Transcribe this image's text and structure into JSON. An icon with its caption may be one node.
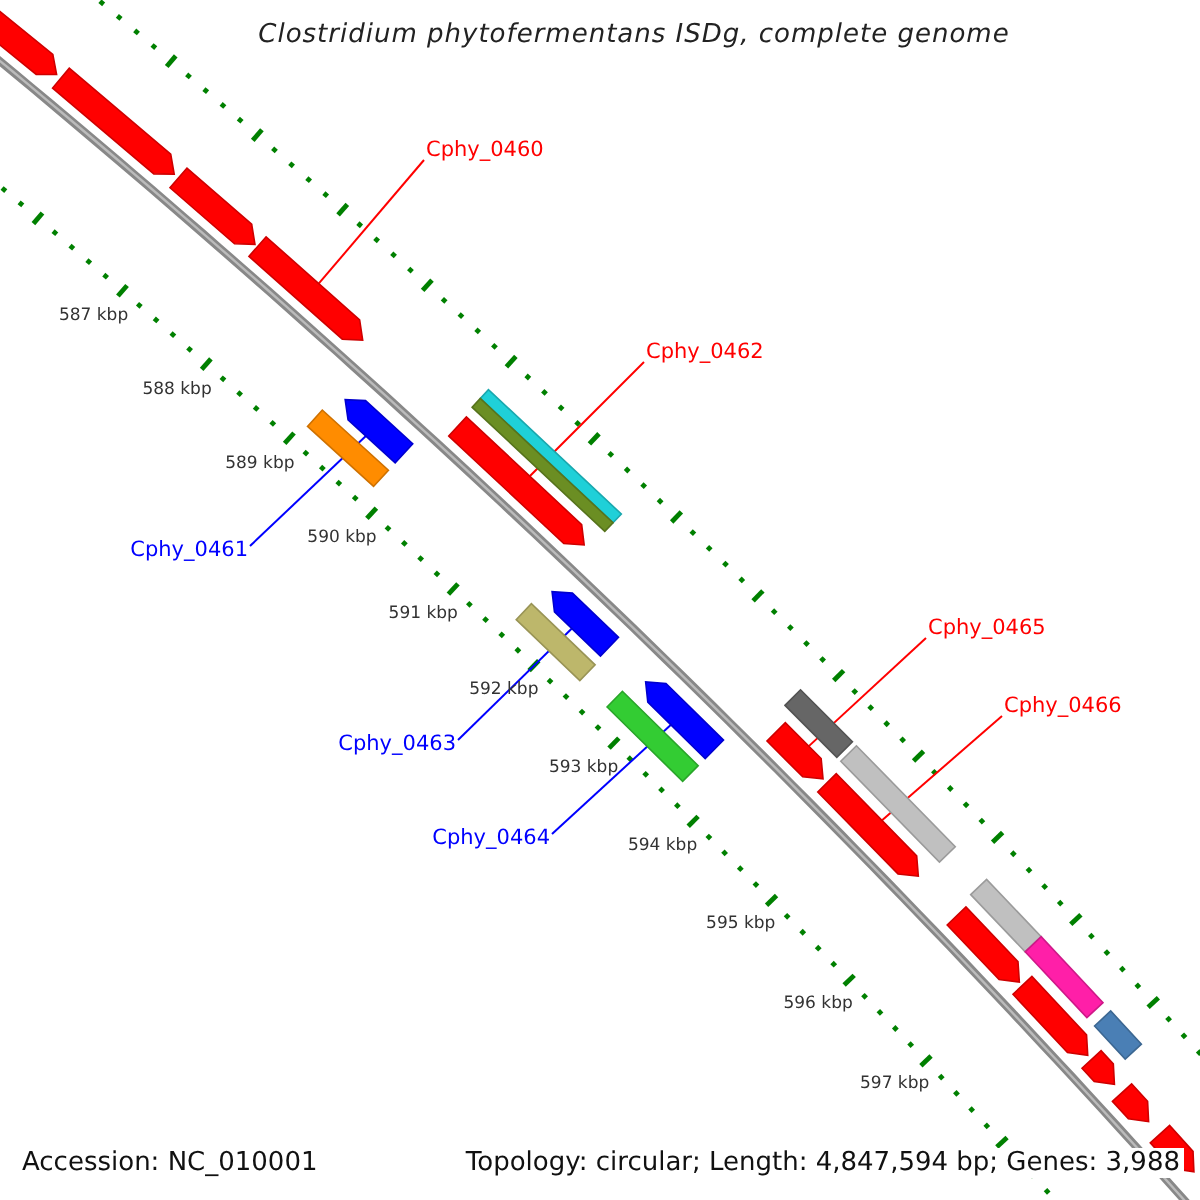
{
  "diagram": {
    "title": "Clostridium phytofermentans ISDg, complete genome",
    "nodes": [
      {
        "text": [
          "Cphy_0460"
        ]
      },
      {
        "text": [
          "Cphy_0462"
        ]
      },
      {
        "text": [
          "Cphy_0461"
        ]
      },
      {
        "text": [
          "Cphy_0463"
        ]
      },
      {
        "text": [
          "Cphy_0465"
        ]
      },
      {
        "text": [
          "Cphy_0466"
        ]
      },
      {
        "text": [
          "Cphy_0464"
        ]
      },
      {
        "text": [],
        "shape": "bar"
      },
      {
        "text": [],
        "shape": "bar"
      },
      {
        "text": [],
        "shape": "bar"
      },
      {
        "text": [],
        "shape": "bar"
      },
      {
        "text": [],
        "shape": "bar"
      },
      {
        "text": [],
        "shape": "bar"
      },
      {
        "text": [],
        "shape": "bar"
      },
      {
        "text": [],
        "shape": "bar"
      },
      {
        "text": [],
        "shape": "bar"
      },
      {
        "text": [],
        "shape": "bar"
      },
      {
        "text": [],
        "shape": "bar"
      },
      {
        "text": [],
        "shape": "bar"
      },
      {
        "text": [],
        "shape": "bar"
      },
      {
        "text": [],
        "shape": "bar"
      },
      {
        "text": [],
        "shape": "bar"
      },
      {
        "text": [],
        "shape": "bar"
      },
      {
        "text": [],
        "shape": "bar"
      },
      {
        "text": [],
        "shape": "bar"
      },
      {
        "text": [],
        "shape": "bar"
      },
      {
        "text": [],
        "shape": "bar"
      },
      {
        "text": [],
        "shape": "bar"
      },
      {
        "text": [],
        "shape": "bar"
      },
      {
        "text": [],
        "shape": "bar"
      },
      {
        "text": [],
        "shape": "bar"
      },
      {
        "text": [],
        "shape": "bar"
      }
    ],
    "edges": [
      {
        "from": 0,
        "to": 7,
        "arrow": "none"
      },
      {
        "from": 2,
        "to": 8,
        "arrow": "none",
        "color": "#0000ff"
      },
      {
        "from": 1,
        "to": 9,
        "arrow": "none"
      },
      {
        "from": 3,
        "to": 10,
        "arrow": "none",
        "color": "#0000ff"
      },
      {
        "from": 6,
        "to": 11,
        "arrow": "none",
        "color": "#0000ff"
      },
      {
        "from": 4,
        "to": 12,
        "arrow": "none"
      },
      {
        "from": 5,
        "to": 13,
        "arrow": "none"
      }
    ],
    "labels": [
      "587 kbp",
      "588 kbp",
      "589 kbp",
      "590 kbp",
      "591 kbp",
      "592 kbp",
      "593 kbp",
      "594 kbp",
      "595 kbp",
      "596 kbp",
      "597 kbp",
      "Accession: NC_010001",
      "Topology: circular; Length: 4,847,594 bp; Genes: 3,988"
    ]
  }
}
